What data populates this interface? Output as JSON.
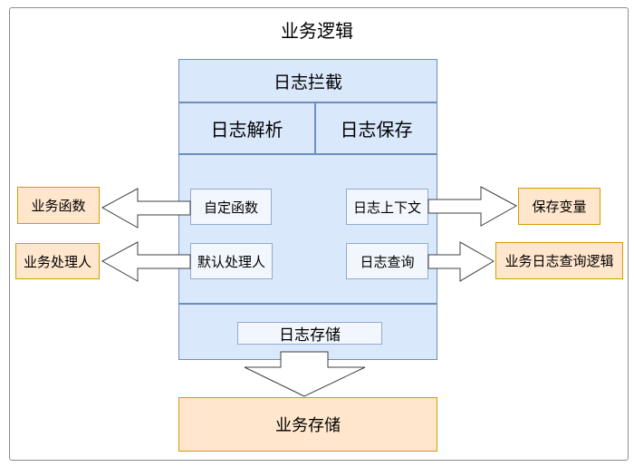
{
  "nodes": {
    "title": "业务逻辑",
    "interceptor": "日志拦截",
    "parse": "日志解析",
    "save": "日志保存",
    "custom_fn": "自定函数",
    "log_context": "日志上下文",
    "default_handler": "默认处理人",
    "log_query": "日志查询",
    "log_storage": "日志存储",
    "biz_fn": "业务函数",
    "biz_handler": "业务处理人",
    "save_var": "保存变量",
    "biz_log_query": "业务日志查询逻辑",
    "biz_storage": "业务存储"
  },
  "colors": {
    "blue_fill": "#dae8fc",
    "blue_border": "#6c8ebf",
    "inner_fill": "#f2f7fd",
    "inner_border": "#93aad0",
    "orange_fill": "#ffe6cc",
    "orange_border": "#d79b00",
    "arrow_fill": "#ffffff",
    "arrow_stroke": "#404040",
    "frame_border": "#8c8c8c"
  },
  "connections": [
    {
      "from": "custom_fn",
      "to": "biz_fn",
      "direction": "left"
    },
    {
      "from": "default_handler",
      "to": "biz_handler",
      "direction": "left"
    },
    {
      "from": "log_context",
      "to": "save_var",
      "direction": "right"
    },
    {
      "from": "log_query",
      "to": "biz_log_query",
      "direction": "right"
    },
    {
      "from": "log_storage",
      "to": "biz_storage",
      "direction": "down"
    }
  ]
}
